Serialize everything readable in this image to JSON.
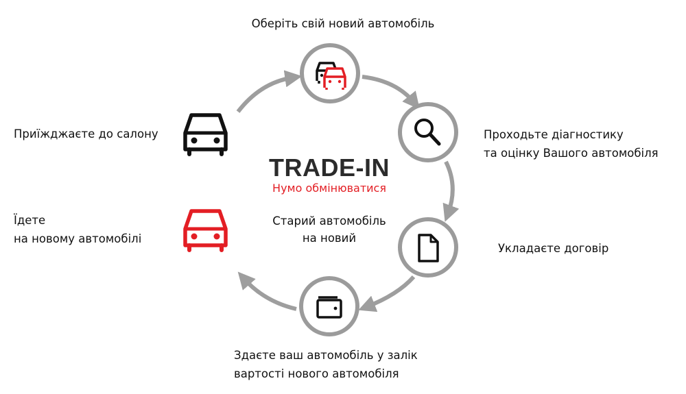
{
  "title": "TRADE-IN",
  "subtitle": "Нумо обмінюватися",
  "center_text": [
    "Старий автомобіль",
    "на новий"
  ],
  "colors": {
    "accent": "#e31e24",
    "arrow": "#9e9e9e",
    "ring": "#9b9b9b",
    "text": "#111111"
  },
  "steps": [
    {
      "icon": "cars-icon",
      "lines": [
        "Оберіть свій новий автомобіль"
      ]
    },
    {
      "icon": "search-icon",
      "lines": [
        "Проходьте діагностику",
        "та оцінку Вашого автомобіля"
      ]
    },
    {
      "icon": "document-icon",
      "lines": [
        "Укладаєте договір"
      ]
    },
    {
      "icon": "wallet-icon",
      "lines": [
        "Здаєте ваш автомобіль у залік",
        "вартості нового автомобіля"
      ]
    }
  ],
  "side_items": [
    {
      "icon": "car-icon",
      "color": "#111111",
      "lines": [
        "Приїжджаєте до салону"
      ]
    },
    {
      "icon": "car-icon",
      "color": "#e31e24",
      "lines": [
        "Їдете",
        "на новому автомобілі"
      ]
    }
  ]
}
